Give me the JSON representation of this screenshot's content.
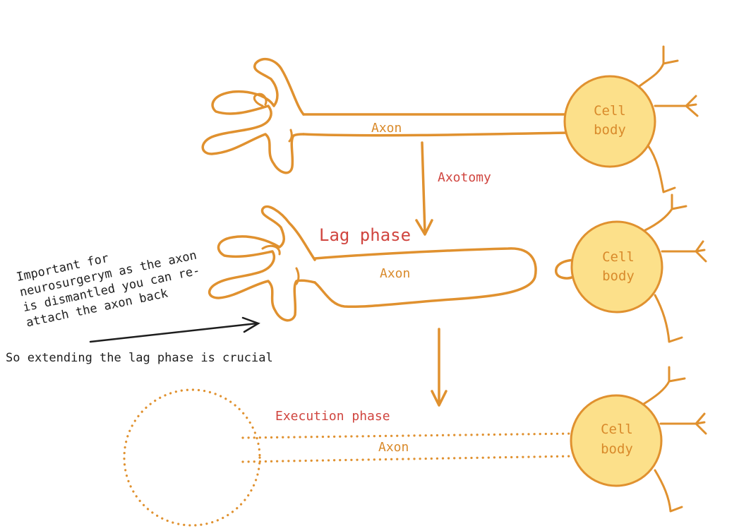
{
  "labels": {
    "axon_top": "Axon",
    "axon_mid": "Axon",
    "axon_bottom": "Axon",
    "cell_body_line1": "Cell",
    "cell_body_line2": "body",
    "axotomy": "Axotomy",
    "lag_phase": "Lag phase",
    "execution_phase": "Execution phase"
  },
  "note": {
    "lines": [
      "Important for",
      "neurosurgerym as the axon",
      "is dismantled you can re-",
      "attach the axon back"
    ],
    "conclusion": "So extending the lag phase is crucial"
  },
  "colors": {
    "neuron_outline": "#E0912F",
    "cell_body_fill": "#FCE08A",
    "phase_label": "#D0453F",
    "note_text": "#1e1e1e"
  }
}
